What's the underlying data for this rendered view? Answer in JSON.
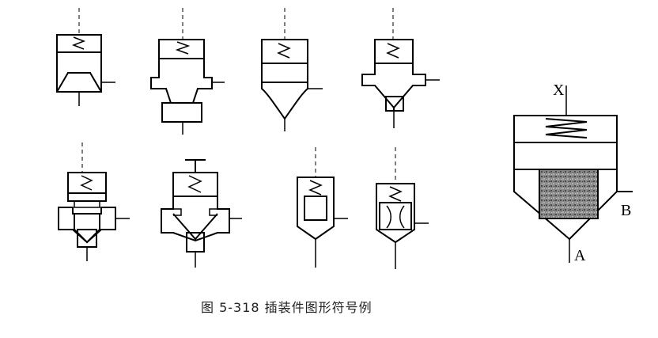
{
  "caption": "图 5-318   插装件图形符号例",
  "labels": {
    "x": "X",
    "b": "B",
    "a": "A"
  }
}
